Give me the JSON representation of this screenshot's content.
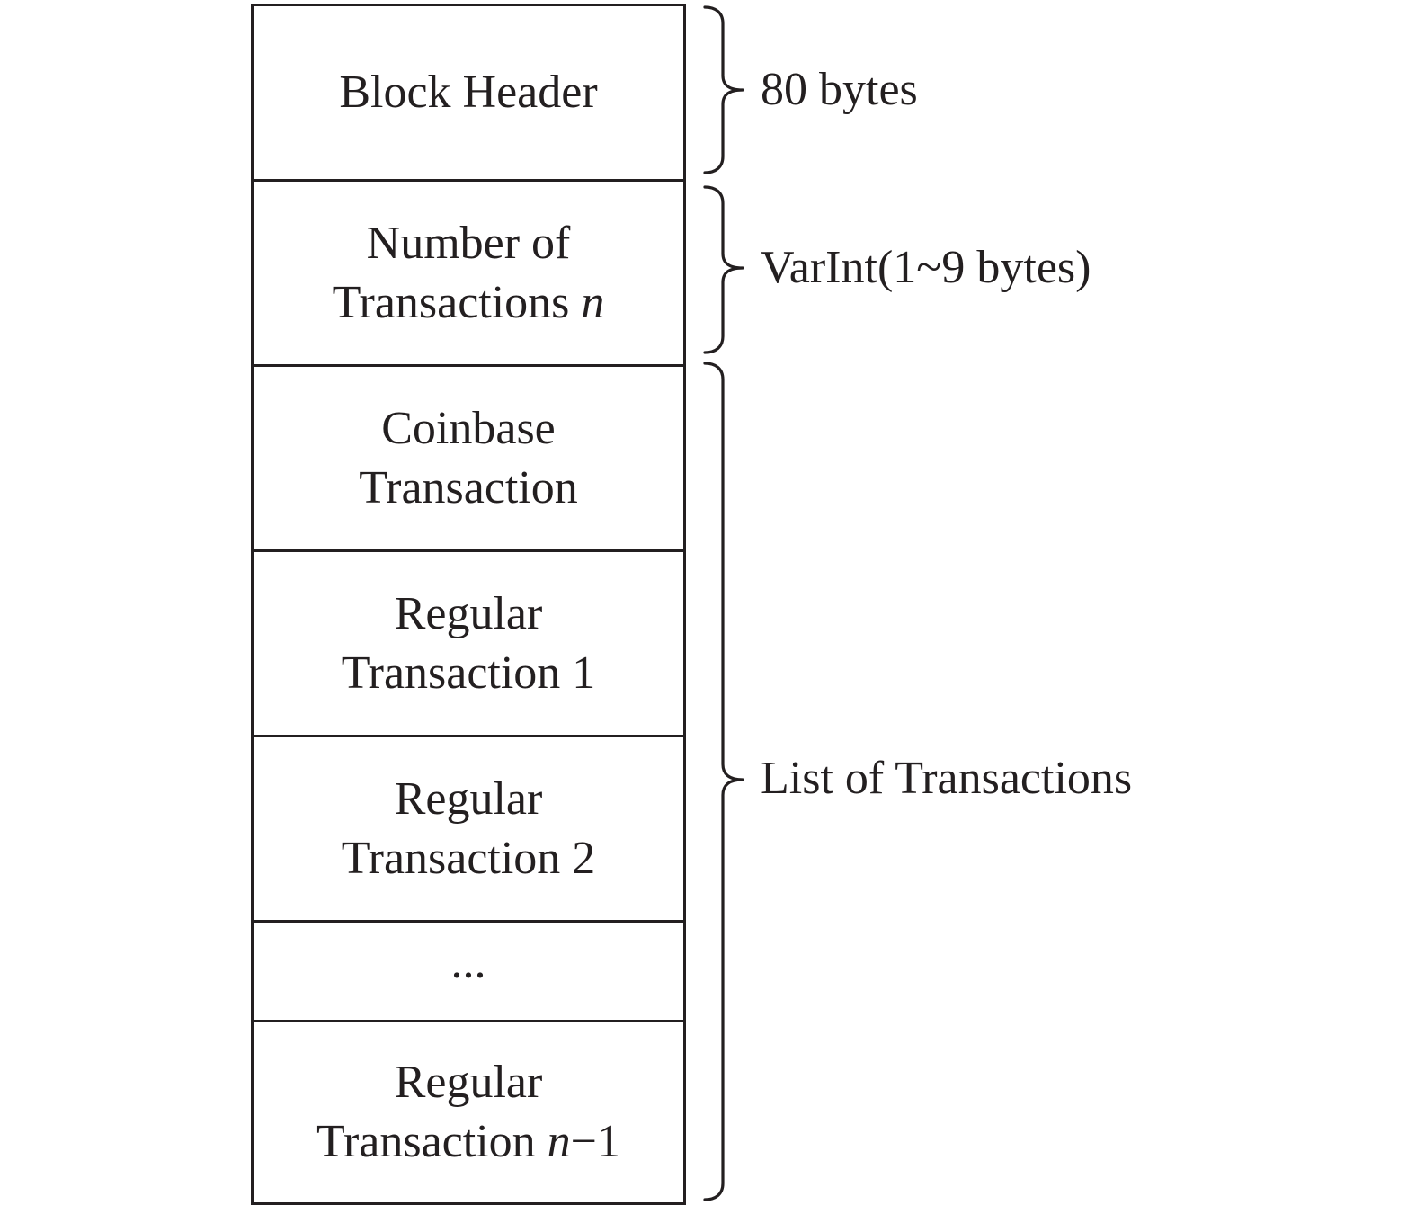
{
  "blocks": [
    {
      "line1": "Block Header"
    },
    {
      "line1": "Number of",
      "line2_text": "Transactions ",
      "line2_var": "n"
    },
    {
      "line1": "Coinbase",
      "line2": "Transaction"
    },
    {
      "line1": "Regular",
      "line2": "Transaction 1"
    },
    {
      "line1": "Regular",
      "line2": "Transaction 2"
    },
    {
      "line1": "..."
    },
    {
      "line1": "Regular",
      "line2_text": "Transaction ",
      "line2_var": "n",
      "line2_suffix": "−1"
    }
  ],
  "annotations": {
    "header_size": "80 bytes",
    "count_size": "VarInt(1~9 bytes)",
    "tx_list": "List of Transactions"
  }
}
